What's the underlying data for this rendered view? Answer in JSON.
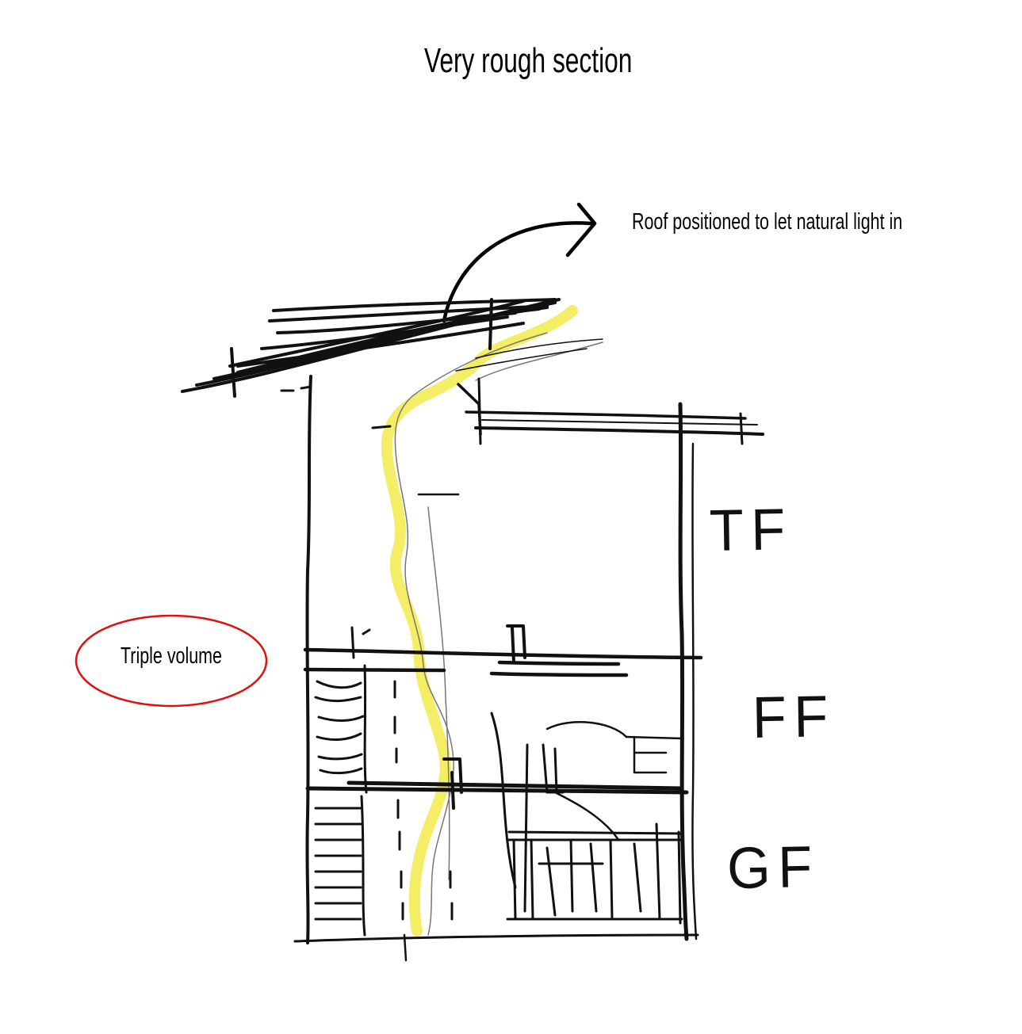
{
  "title": "Very rough section",
  "annotations": {
    "roof_note": "Roof positioned to let natural light in",
    "triple_volume": "Triple volume"
  },
  "floors": {
    "top": "TF",
    "first": "FF",
    "ground": "GF"
  },
  "colors": {
    "ink": "#111111",
    "highlight": "#f2ec54",
    "ellipse": "#e01010"
  }
}
